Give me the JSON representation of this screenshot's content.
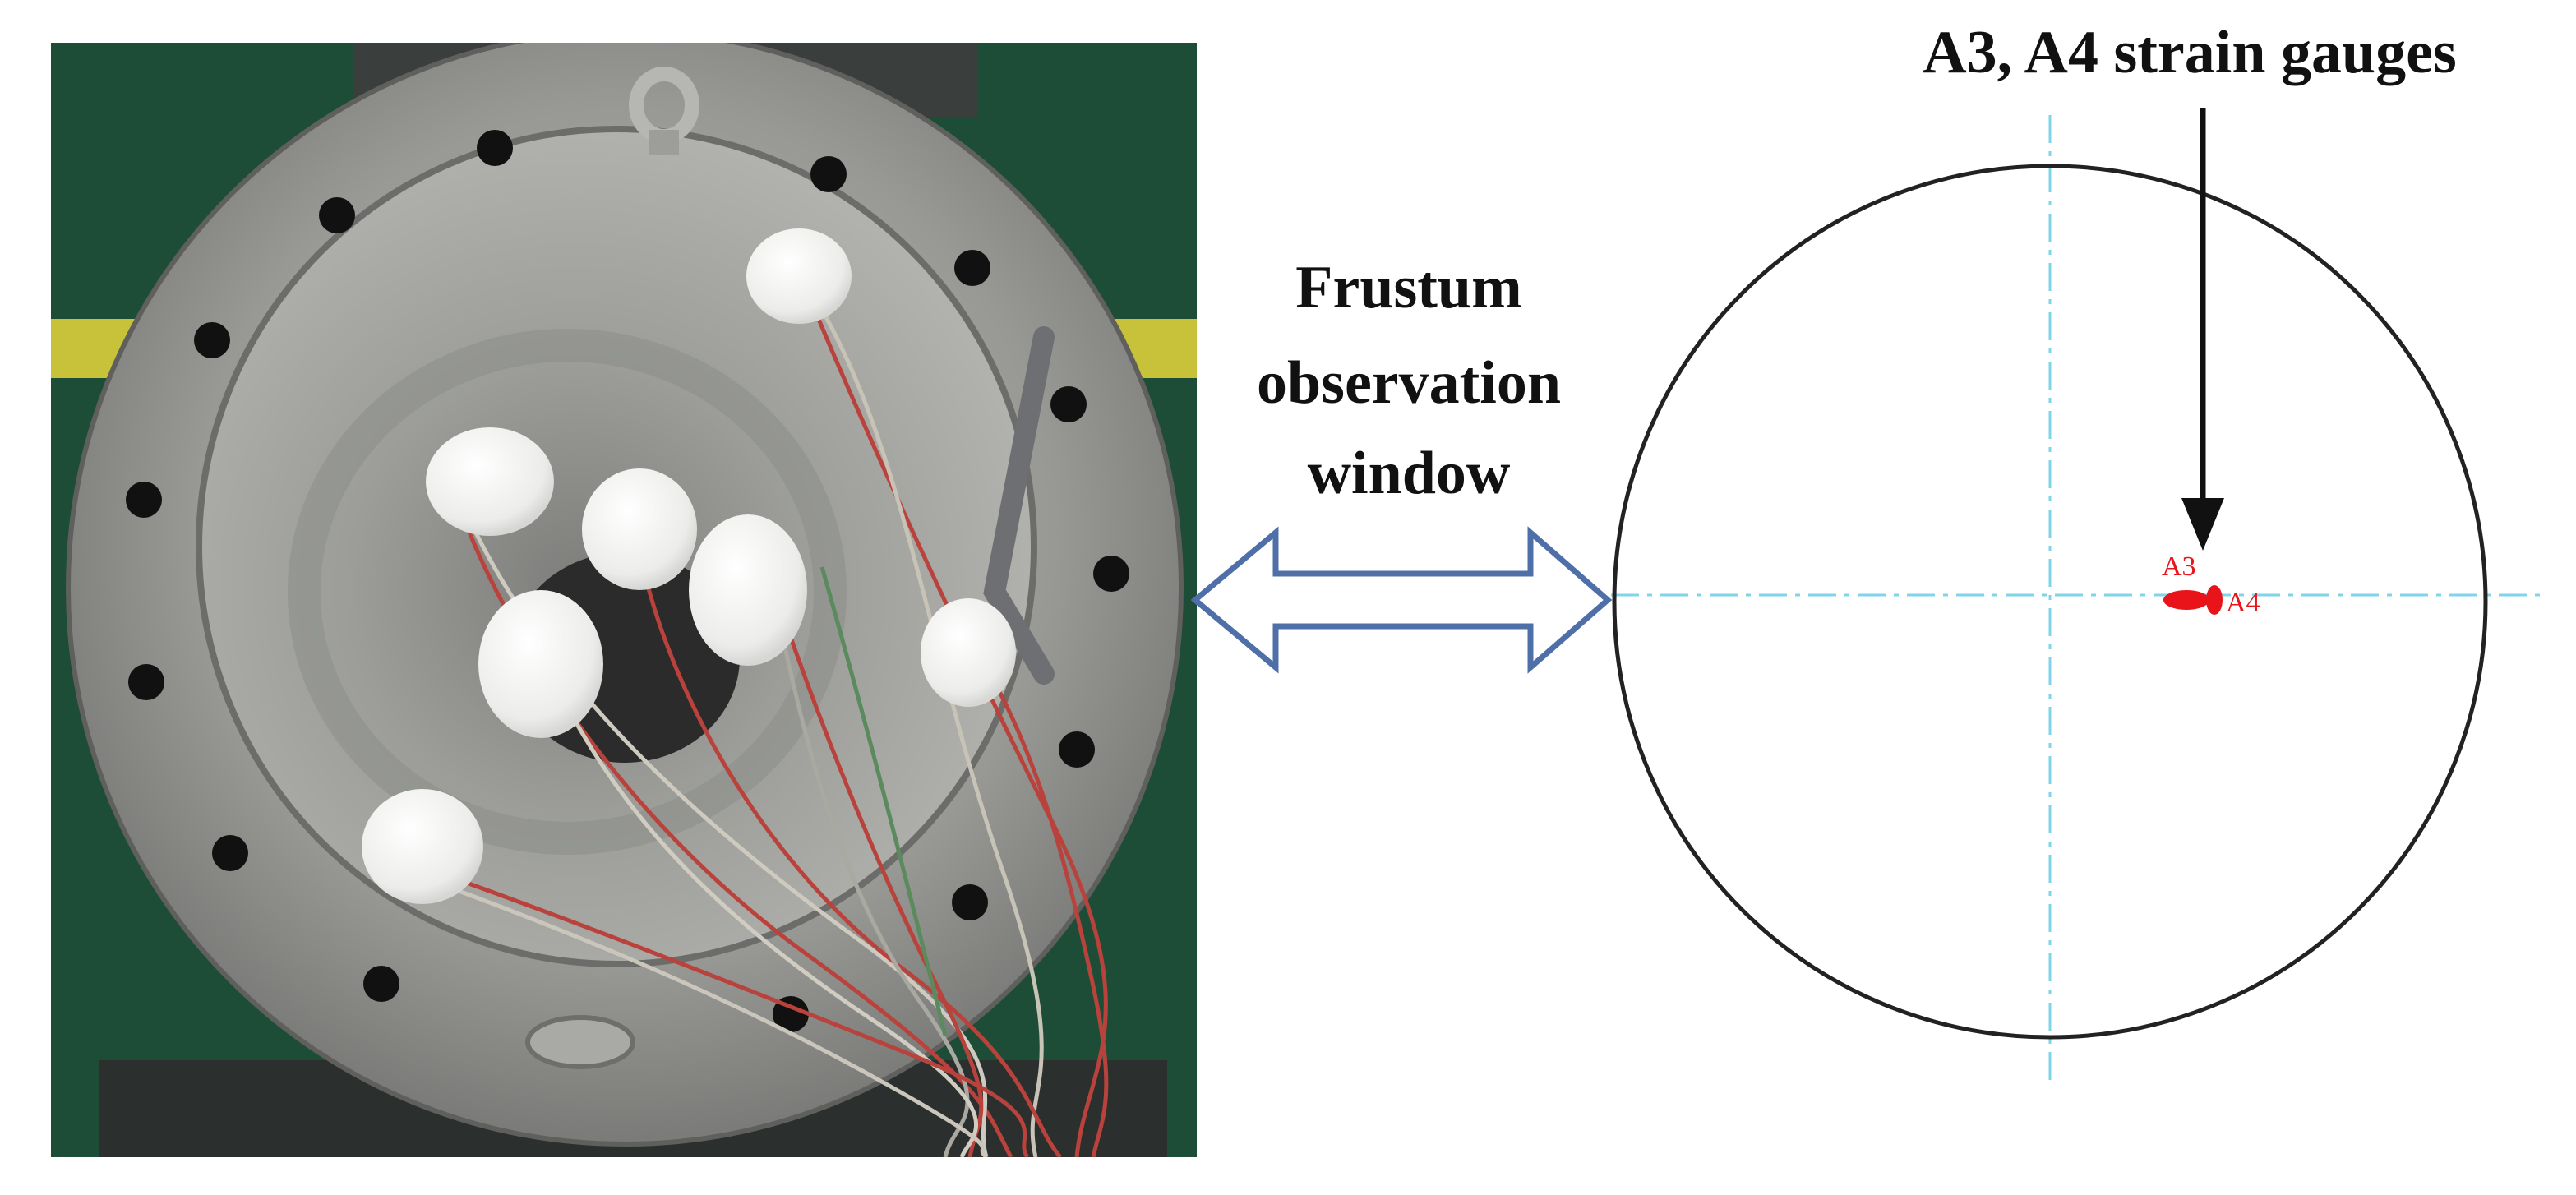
{
  "labels": {
    "window_line1": "Frustum",
    "window_line2": "observation",
    "window_line3": "window",
    "gauges_title": "A3, A4 strain gauges",
    "gauge_a3": "A3",
    "gauge_a4": "A4"
  },
  "colors": {
    "flange": "#8e8f8c",
    "inner_cone": "#a7a7a3",
    "background_green": "#1e4d37",
    "arrow_outline": "#4f6fa8",
    "circle_outline": "#222222",
    "centerline": "#7fd4ea",
    "gauge_red": "#e8141a",
    "wire_red": "#b9433c",
    "gauze_white": "#f4f4f2"
  },
  "photo": {
    "description_icons": [
      "flange-bolt-icon",
      "lifting-eye-icon",
      "gauze-patch-icon",
      "lead-wire-icon"
    ]
  }
}
